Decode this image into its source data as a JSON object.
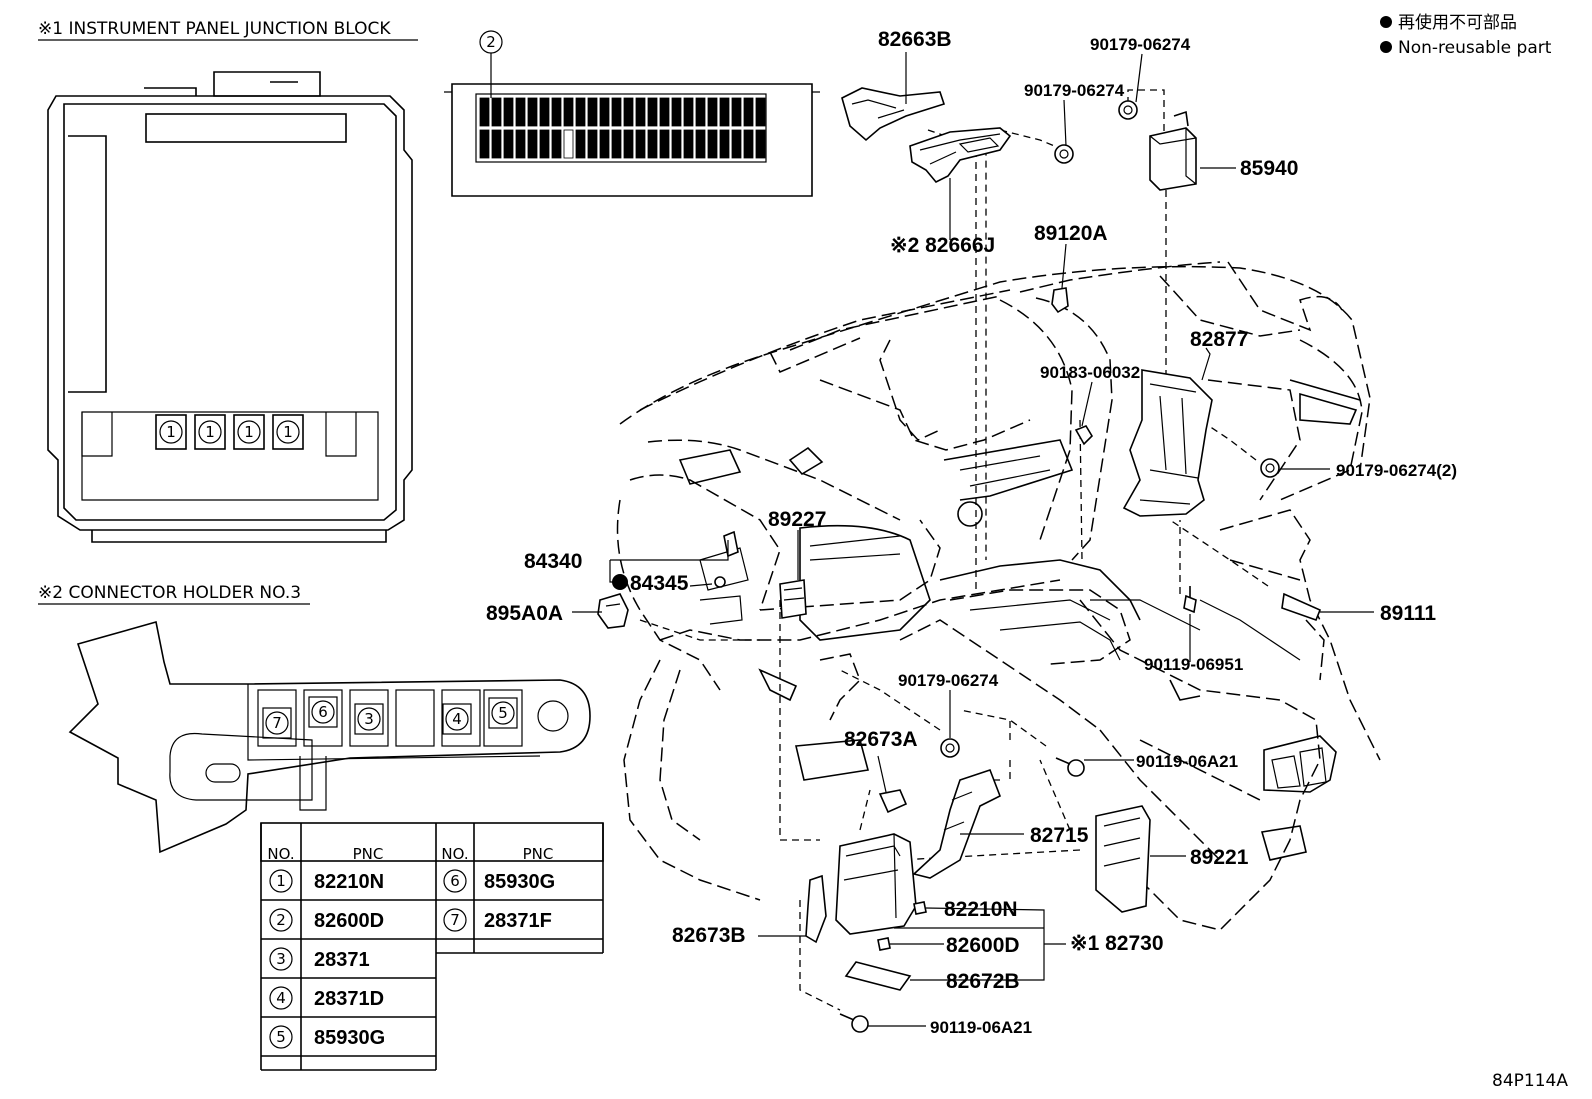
{
  "legend": {
    "jp": "再使用不可部品",
    "en": "Non-reusable part"
  },
  "captions": {
    "junction_block": "※1 INSTRUMENT PANEL JUNCTION BLOCK",
    "connector_holder": "※2 CONNECTOR HOLDER NO.3",
    "fuse_callout": "2",
    "drawing_id": "84P114A"
  },
  "junction_markers": [
    "1",
    "1",
    "1",
    "1"
  ],
  "holder_markers": [
    "7",
    "6",
    "3",
    "4",
    "5"
  ],
  "table": {
    "headers": [
      "NO.",
      "PNC",
      "NO.",
      "PNC"
    ],
    "left": [
      {
        "no": "1",
        "pnc": "82210N"
      },
      {
        "no": "2",
        "pnc": "82600D"
      },
      {
        "no": "3",
        "pnc": "28371"
      },
      {
        "no": "4",
        "pnc": "28371D"
      },
      {
        "no": "5",
        "pnc": "85930G"
      }
    ],
    "right": [
      {
        "no": "6",
        "pnc": "85930G"
      },
      {
        "no": "7",
        "pnc": "28371F"
      }
    ]
  },
  "parts": {
    "p82663B": "82663B",
    "p90179a": "90179-06274",
    "p90179b": "90179-06274",
    "p85940": "85940",
    "p82666J": "※2 82666J",
    "p89120A": "89120A",
    "p82877": "82877",
    "p90183": "90183-06032",
    "p90179c": "90179-06274(2)",
    "p89227": "89227",
    "p84340": "84340",
    "p84345": "84345",
    "p895A0A": "895A0A",
    "p89111": "89111",
    "p90119a": "90119-06951",
    "p90179d": "90179-06274",
    "p82673A": "82673A",
    "p90119b": "90119-06A21",
    "p82715": "82715",
    "p89221": "89221",
    "p82210N": "82210N",
    "p82730": "※1 82730",
    "p82600D": "82600D",
    "p82673B": "82673B",
    "p82672B": "82672B",
    "p90119c": "90119-06A21"
  }
}
